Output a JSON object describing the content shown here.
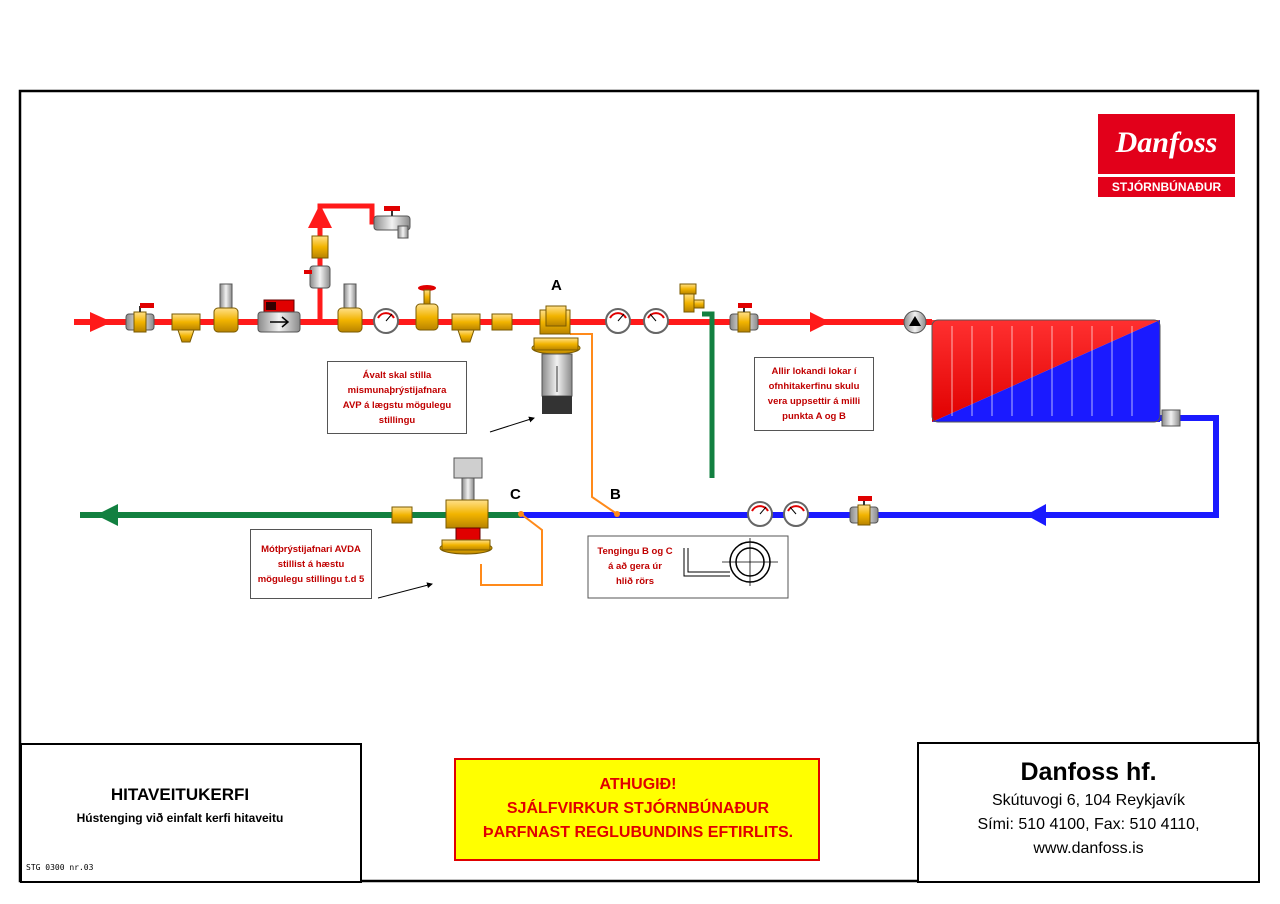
{
  "logo": {
    "brand": "Danfoss",
    "subtitle": "STJÓRNBÚNAÐUR"
  },
  "points": {
    "a": "A",
    "b": "B",
    "c": "C"
  },
  "notes": {
    "avp": [
      "Ávalt skal stilla",
      "mismunaþrýstijafnara",
      "AVP á lægstu mögulegu",
      "stillingu"
    ],
    "valves": [
      "Allir lokandi lokar í",
      "ofnhitakerfinu skulu",
      "vera uppsettir á milli",
      "punkta  A og B"
    ],
    "avda": [
      "Mótþrýstijafnari AVDA",
      "stillist á hæstu",
      "mögulegu stillingu t.d 5"
    ],
    "connection": [
      "Tengingu  B og C",
      "á að gera úr",
      "hlið  rörs"
    ]
  },
  "title_block": {
    "title": "HITAVEITUKERFI",
    "subtitle": "Hústenging við einfalt kerfi hitaveitu",
    "doc_no": "STG 0300 nr.03"
  },
  "warning": {
    "line1": "ATHUGIÐ!",
    "line2": "SJÁLFVIRKUR STJÓRNBÚNAÐUR",
    "line3": "ÞARFNAST REGLUBUNDINS EFTIRLITS."
  },
  "company": {
    "name": "Danfoss hf.",
    "address": "Skútuvogi 6,  104 Reykjavík",
    "phone": "Sími: 510 4100,  Fax: 510 4110,",
    "web": "www.danfoss.is"
  },
  "colors": {
    "supply": "#ff1a1a",
    "return": "#1a1aff",
    "drain": "#128040",
    "impulse": "#ff8a1a",
    "brass": "#f2b400",
    "brand_red": "#e2001a",
    "warning_bg": "#ffff00",
    "warning_text": "#e00000"
  }
}
